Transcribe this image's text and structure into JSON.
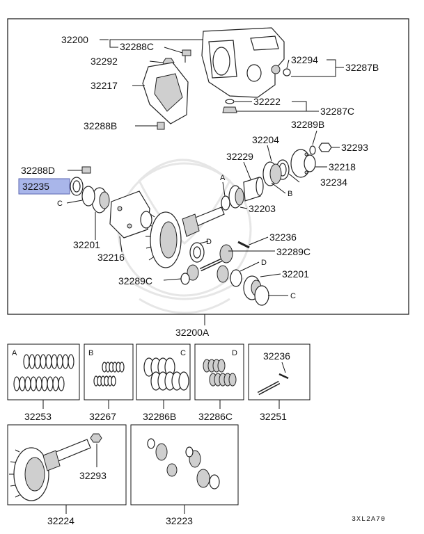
{
  "parts": {
    "p32200": "32200",
    "p32288C": "32288C",
    "p32292": "32292",
    "p32217": "32217",
    "p32288B": "32288B",
    "p32294": "32294",
    "p32287B": "32287B",
    "p32222": "32222",
    "p32287C": "32287C",
    "p32289B": "32289B",
    "p32204": "32204",
    "p32293": "32293",
    "p32229": "32229",
    "p32218": "32218",
    "p32234": "32234",
    "p32288D": "32288D",
    "p32235": "32235",
    "p32203": "32203",
    "p32236": "32236",
    "p32201a": "32201",
    "p32216": "32216",
    "p32289C_r": "32289C",
    "p32289C_l": "32289C",
    "p32201b": "32201",
    "p32200A": "32200A"
  },
  "markers": {
    "A": "A",
    "B": "B",
    "C1": "C",
    "C2": "C",
    "D1": "D",
    "D2": "D"
  },
  "kits": [
    {
      "letter": "A",
      "part": "32253"
    },
    {
      "letter": "B",
      "part": "32267"
    },
    {
      "letter": "C",
      "part": "32286B"
    },
    {
      "letter": "D",
      "part": "32286C"
    },
    {
      "letter": "",
      "top": "32236",
      "part": "32251"
    }
  ],
  "assemblies": [
    {
      "part": "32224",
      "sub": "32293"
    },
    {
      "part": "32223"
    }
  ],
  "diagram_code": "3XL2A70",
  "highlight_color": "#a9b6ea"
}
